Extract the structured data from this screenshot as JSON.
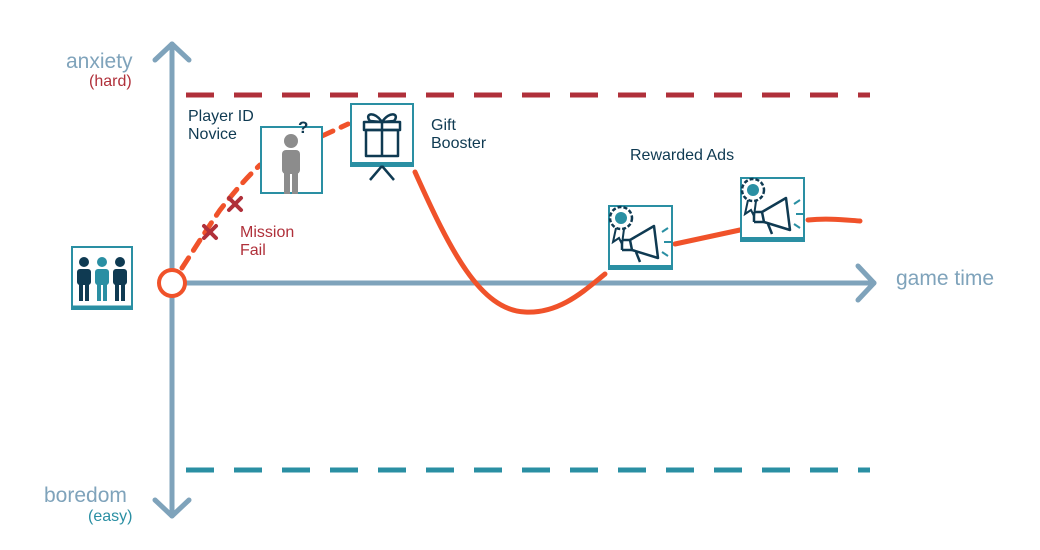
{
  "labels": {
    "y_top": "anxiety",
    "y_top_sub": "(hard)",
    "y_bottom": "boredom",
    "y_bottom_sub": "(easy)",
    "x_axis": "game time",
    "player_id": "Player ID\nNovice",
    "gift_booster": "Gift\nBooster",
    "mission_fail": "Mission\nFail",
    "rewarded_ads": "Rewarded Ads",
    "question_mark": "?"
  },
  "colors": {
    "axis": "#7fa3bb",
    "hard_line": "#b0303a",
    "easy_line": "#2a8fa3",
    "curve": "#f0522a",
    "fail_mark": "#b0303a",
    "dark_icon": "#0f3a52",
    "teal_icon": "#2a8fa3",
    "gray_figure": "#8c8c8c"
  },
  "icons": [
    "players-group-icon",
    "person-unknown-icon",
    "gift-icon",
    "rewarded-ad-icon"
  ]
}
